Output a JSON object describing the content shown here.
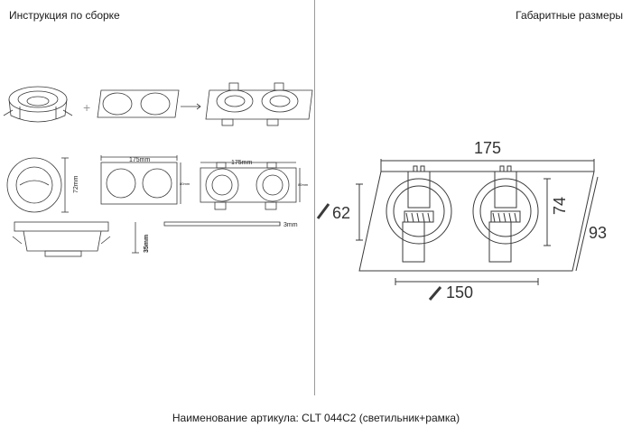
{
  "header": {
    "left_title": "Инструкция по сборке",
    "right_title": "Габаритные размеры"
  },
  "instructions": {
    "step2_width": "175mm",
    "step2_height": "80mm",
    "step2_frame_height": "80mm",
    "fixture_diameter": "72mm",
    "fixture_depth": "35mm",
    "frame_thickness": "3mm"
  },
  "dimensions": {
    "total_width": "175",
    "cutout_width": "150",
    "diameter": "62",
    "inner_height": "74",
    "total_height": "93"
  },
  "footer": {
    "article": "Наименование артикула: CLT 044C2 (светильник+рамка)"
  },
  "colors": {
    "line": "#3a3a3a",
    "divider": "#9a9a9a"
  }
}
